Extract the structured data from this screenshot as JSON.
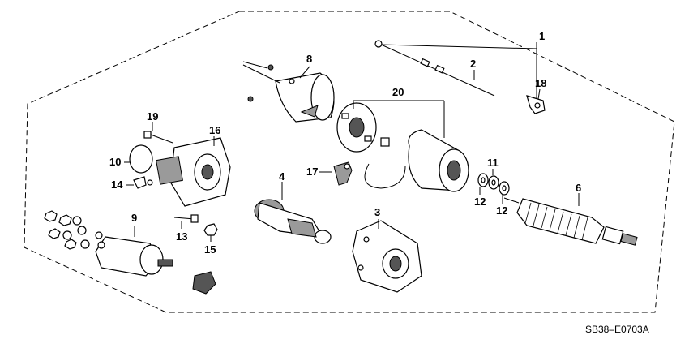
{
  "diagram": {
    "code": "SB38–E0703A",
    "labels": {
      "p1": "1",
      "p2": "2",
      "p3": "3",
      "p4": "4",
      "p6": "6",
      "p8": "8",
      "p9": "9",
      "p10": "10",
      "p11": "11",
      "p12a": "12",
      "p12b": "12",
      "p13": "13",
      "p14": "14",
      "p15": "15",
      "p16": "16",
      "p17": "17",
      "p18": "18",
      "p19": "19",
      "p20": "20"
    }
  }
}
